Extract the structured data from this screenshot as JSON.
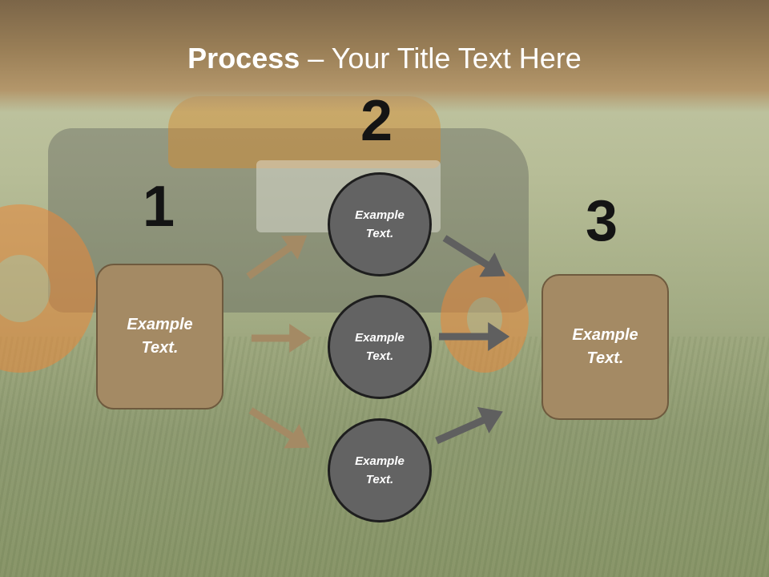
{
  "slide": {
    "title_bold": "Process",
    "title_rest": " – Your Title Text Here",
    "steps": [
      "1",
      "2",
      "3"
    ],
    "input_box": "Example\nText.",
    "circles": [
      "Example\nText.",
      "Example\nText.",
      "Example\nText."
    ],
    "output_box": "Example\nText."
  },
  "colors": {
    "box_fill": "#a48a64",
    "circle_fill": "#636363",
    "left_arrow": "#a48a64",
    "right_arrow": "#5f5f5f"
  }
}
